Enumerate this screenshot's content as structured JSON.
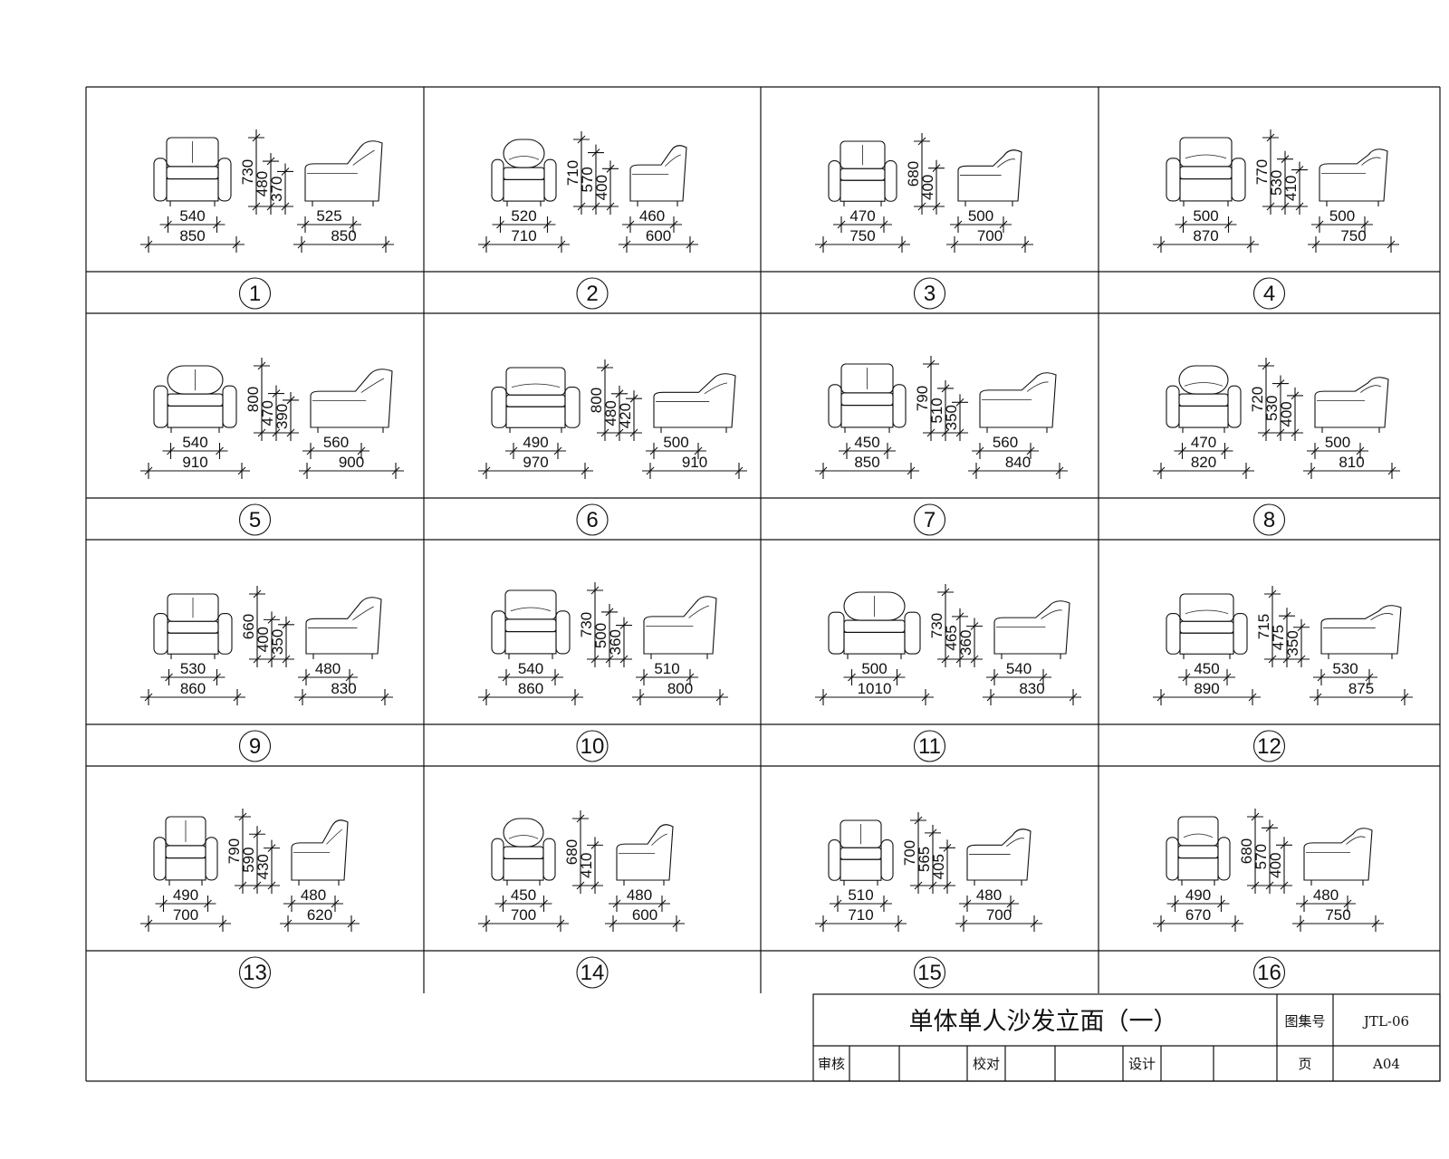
{
  "drawing": {
    "items": [
      {
        "number": "1",
        "front": {
          "width": "850",
          "seat_width": "540"
        },
        "side": {
          "depth": "850",
          "seat_depth": "525"
        },
        "heights": [
          "730",
          "480",
          "370"
        ]
      },
      {
        "number": "2",
        "front": {
          "width": "710",
          "seat_width": "520"
        },
        "side": {
          "depth": "600",
          "seat_depth": "460"
        },
        "heights": [
          "710",
          "570",
          "400"
        ]
      },
      {
        "number": "3",
        "front": {
          "width": "750",
          "seat_width": "470"
        },
        "side": {
          "depth": "700",
          "seat_depth": "500"
        },
        "heights": [
          "680",
          "400"
        ]
      },
      {
        "number": "4",
        "front": {
          "width": "870",
          "seat_width": "500"
        },
        "side": {
          "depth": "750",
          "seat_depth": "500"
        },
        "heights": [
          "770",
          "530",
          "410"
        ]
      },
      {
        "number": "5",
        "front": {
          "width": "910",
          "seat_width": "540"
        },
        "side": {
          "depth": "900",
          "seat_depth": "560"
        },
        "heights": [
          "800",
          "470",
          "390"
        ]
      },
      {
        "number": "6",
        "front": {
          "width": "970",
          "seat_width": "490"
        },
        "side": {
          "depth": "910",
          "seat_depth": "500"
        },
        "heights": [
          "800",
          "480",
          "420"
        ]
      },
      {
        "number": "7",
        "front": {
          "width": "850",
          "seat_width": "450"
        },
        "side": {
          "depth": "840",
          "seat_depth": "560"
        },
        "heights": [
          "790",
          "510",
          "350"
        ]
      },
      {
        "number": "8",
        "front": {
          "width": "820",
          "seat_width": "470"
        },
        "side": {
          "depth": "810",
          "seat_depth": "500"
        },
        "heights": [
          "720",
          "530",
          "400"
        ]
      },
      {
        "number": "9",
        "front": {
          "width": "860",
          "seat_width": "530"
        },
        "side": {
          "depth": "830",
          "seat_depth": "480"
        },
        "heights": [
          "660",
          "400",
          "350"
        ]
      },
      {
        "number": "10",
        "front": {
          "width": "860",
          "seat_width": "540"
        },
        "side": {
          "depth": "800",
          "seat_depth": "510"
        },
        "heights": [
          "730",
          "500",
          "360"
        ]
      },
      {
        "number": "11",
        "front": {
          "width": "1010",
          "seat_width": "500"
        },
        "side": {
          "depth": "830",
          "seat_depth": "540"
        },
        "heights": [
          "730",
          "465",
          "360"
        ]
      },
      {
        "number": "12",
        "front": {
          "width": "890",
          "seat_width": "450"
        },
        "side": {
          "depth": "875",
          "seat_depth": "530"
        },
        "heights": [
          "715",
          "475",
          "350"
        ]
      },
      {
        "number": "13",
        "front": {
          "width": "700",
          "seat_width": "490"
        },
        "side": {
          "depth": "620",
          "seat_depth": "480"
        },
        "heights": [
          "790",
          "590",
          "430"
        ]
      },
      {
        "number": "14",
        "front": {
          "width": "700",
          "seat_width": "450"
        },
        "side": {
          "depth": "600",
          "seat_depth": "480"
        },
        "heights": [
          "680",
          "410"
        ]
      },
      {
        "number": "15",
        "front": {
          "width": "710",
          "seat_width": "510"
        },
        "side": {
          "depth": "700",
          "seat_depth": "480"
        },
        "heights": [
          "700",
          "565",
          "405"
        ]
      },
      {
        "number": "16",
        "front": {
          "width": "670",
          "seat_width": "490"
        },
        "side": {
          "depth": "750",
          "seat_depth": "480"
        },
        "heights": [
          "680",
          "570",
          "400"
        ]
      }
    ]
  },
  "title_block": {
    "title": "单体单人沙发立面（一）",
    "atlas_label": "图集号",
    "atlas_value": "JTL-06",
    "review_label": "审核",
    "check_label": "校对",
    "design_label": "设计",
    "page_label": "页",
    "page_value": "A04"
  }
}
